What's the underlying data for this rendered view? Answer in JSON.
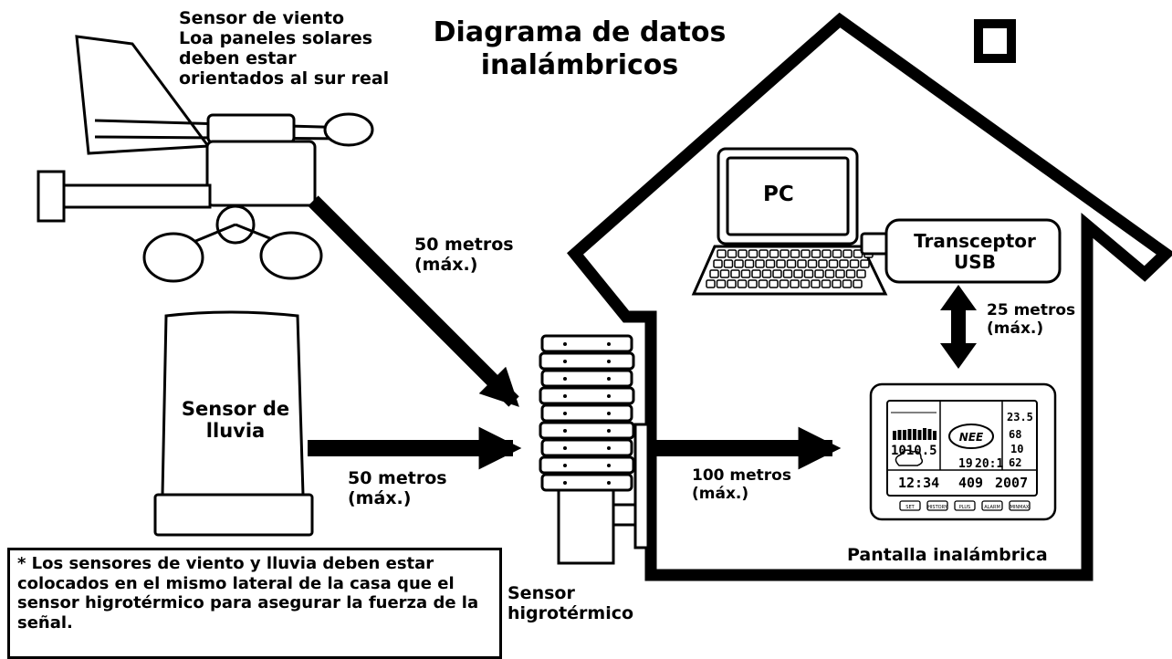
{
  "title": "Diagrama de datos\ninalámbricos",
  "wind_sensor": {
    "label": "Sensor de viento\nLoa paneles solares\ndeben estar\norientados al sur real"
  },
  "rain_sensor": {
    "label": "Sensor de\nlluvia"
  },
  "pc": {
    "label": "PC"
  },
  "usb_transceiver": {
    "label": "Transceptor\nUSB"
  },
  "links": {
    "wind_to_hygro": "50 metros\n(máx.)",
    "rain_to_hygro": "50 metros\n(máx.)",
    "hygro_to_display": "100 metros\n(máx.)",
    "usb_to_display": "25 metros\n(máx.)"
  },
  "display": {
    "label": "Pantalla inalámbrica",
    "screen": {
      "direction": "NEE",
      "pressure": "1010.5",
      "clock": "12:34",
      "date": "409",
      "year": "2007",
      "day": "19",
      "time2": "20:1",
      "val_a": "23.5",
      "val_b": "68",
      "val_c": "10",
      "val_d": "62"
    },
    "buttons": [
      "SET",
      "HISTORY",
      "PLUS",
      "ALARM",
      "MINMAX"
    ]
  },
  "hygro_sensor": {
    "label": "Sensor\nhigrotérmico"
  },
  "note": "* Los sensores de viento y lluvia deben estar colocados en el mismo lateral de la casa que el sensor higrotérmico para asegurar la fuerza de la señal."
}
